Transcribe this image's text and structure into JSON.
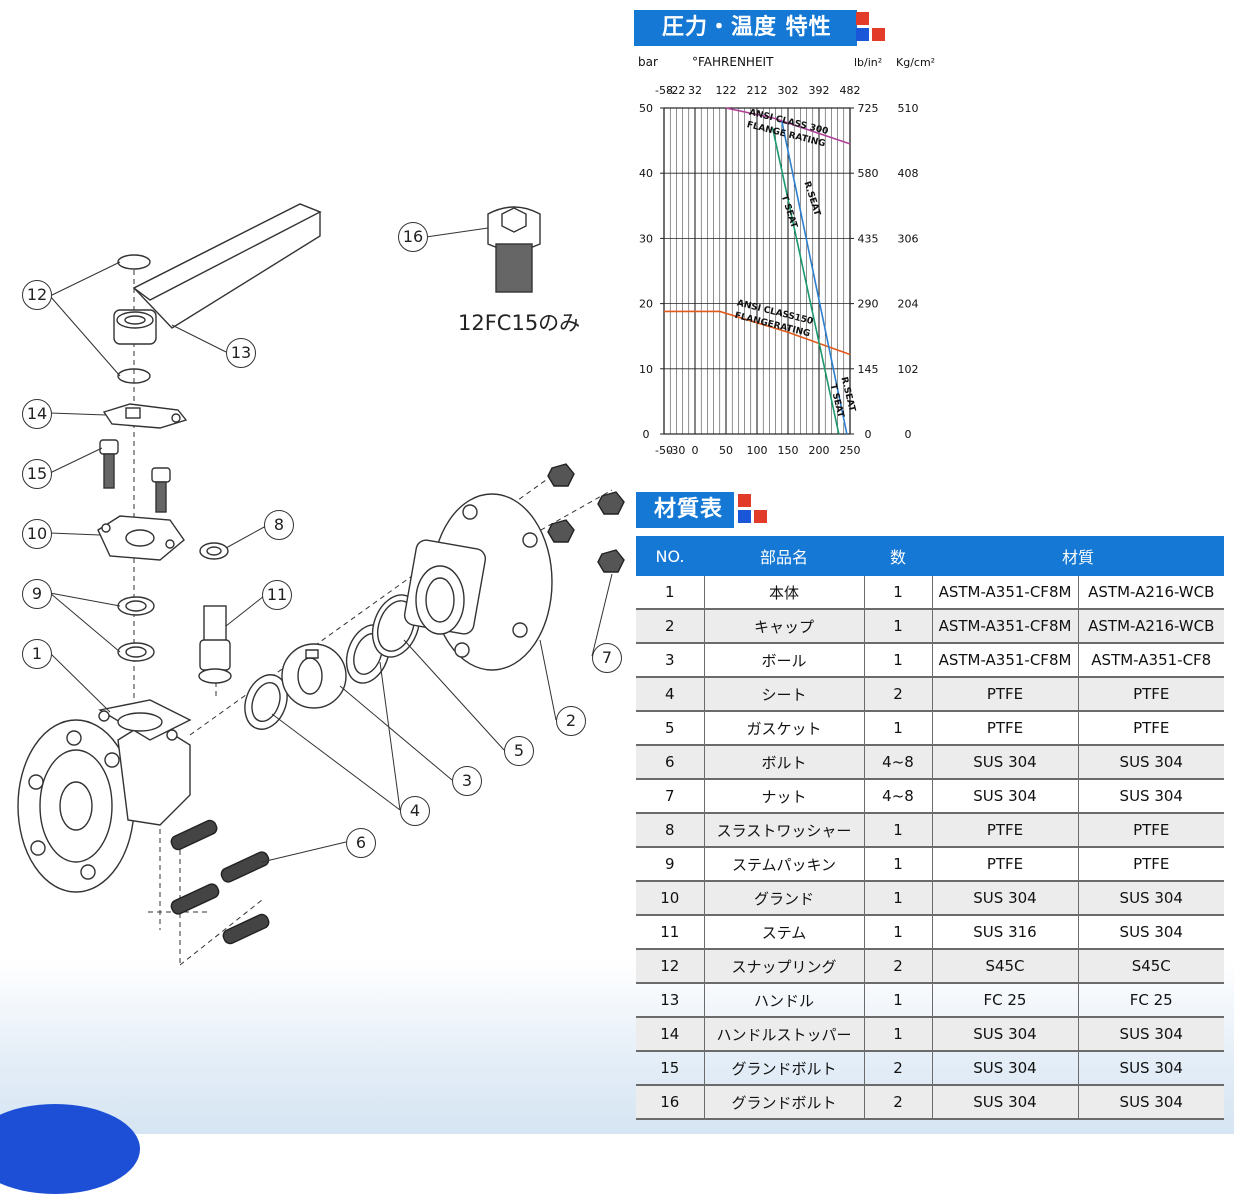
{
  "chart_section": {
    "title": "圧力・温度 特性"
  },
  "materials_section": {
    "title": "材質表"
  },
  "chart_data": {
    "type": "line",
    "axis_labels": {
      "left": "bar",
      "top": "°FAHRENHEIT",
      "right1": "lb/in²",
      "right2": "Kg/cm²"
    },
    "x_ticks_celsius": [
      "-50",
      "-30",
      "0",
      "50",
      "100",
      "150",
      "200",
      "250"
    ],
    "x_ticks_fahrenheit": [
      "-58",
      "-22",
      "32",
      "122",
      "212",
      "302",
      "392",
      "482"
    ],
    "y_ticks_bar": [
      "0",
      "10",
      "20",
      "30",
      "40",
      "50"
    ],
    "y_ticks_psi": [
      "0",
      "145",
      "290",
      "435",
      "580",
      "725"
    ],
    "y_ticks_kgcm2": [
      "0",
      "102",
      "204",
      "306",
      "408",
      "510"
    ],
    "xlim": [
      -50,
      250
    ],
    "ylim": [
      0,
      50
    ],
    "grid": true,
    "series": [
      {
        "name": "ANSI CLASS 300 FLANGE RATING",
        "color": "#b0409a",
        "points": [
          [
            50,
            50
          ],
          [
            125,
            48.5
          ],
          [
            250,
            44.5
          ]
        ]
      },
      {
        "name": "ANSI CLASS150 FLANGERATING",
        "color": "#e25a1c",
        "points": [
          [
            -50,
            18.8
          ],
          [
            40,
            18.8
          ],
          [
            150,
            15.6
          ],
          [
            250,
            12.2
          ]
        ]
      },
      {
        "name": "R.SEAT",
        "color": "#2d7fd0",
        "points": [
          [
            140,
            48
          ],
          [
            245,
            0
          ]
        ]
      },
      {
        "name": "T SEAT",
        "color": "#1a9a6a",
        "points": [
          [
            125,
            47
          ],
          [
            232,
            0
          ]
        ]
      }
    ],
    "annotations": [
      {
        "text": "ANSI CLASS 300",
        "x": 150,
        "y": 47.5,
        "rot": 14
      },
      {
        "text": "FLANGE RATING",
        "x": 146,
        "y": 45.6,
        "rot": 14
      },
      {
        "text": "R.SEAT",
        "x": 185,
        "y": 36,
        "rot": 72
      },
      {
        "text": "T SEAT",
        "x": 148,
        "y": 34,
        "rot": 72
      },
      {
        "text": "ANSI CLASS150",
        "x": 128,
        "y": 18.3,
        "rot": 14
      },
      {
        "text": "FLANGERATING",
        "x": 124,
        "y": 16.4,
        "rot": 14
      },
      {
        "text": "R.SEAT",
        "x": 243,
        "y": 6,
        "rot": 76
      },
      {
        "text": "T SEAT",
        "x": 225,
        "y": 5,
        "rot": 76
      }
    ]
  },
  "materials_table": {
    "headers": [
      "NO.",
      "部品名",
      "数",
      "材質"
    ],
    "rows": [
      [
        "1",
        "本体",
        "1",
        "ASTM-A351-CF8M",
        "ASTM-A216-WCB"
      ],
      [
        "2",
        "キャップ",
        "1",
        "ASTM-A351-CF8M",
        "ASTM-A216-WCB"
      ],
      [
        "3",
        "ボール",
        "1",
        "ASTM-A351-CF8M",
        "ASTM-A351-CF8"
      ],
      [
        "4",
        "シート",
        "2",
        "PTFE",
        "PTFE"
      ],
      [
        "5",
        "ガスケット",
        "1",
        "PTFE",
        "PTFE"
      ],
      [
        "6",
        "ボルト",
        "4~8",
        "SUS 304",
        "SUS 304"
      ],
      [
        "7",
        "ナット",
        "4~8",
        "SUS 304",
        "SUS 304"
      ],
      [
        "8",
        "スラストワッシャー",
        "1",
        "PTFE",
        "PTFE"
      ],
      [
        "9",
        "ステムパッキン",
        "1",
        "PTFE",
        "PTFE"
      ],
      [
        "10",
        "グランド",
        "1",
        "SUS 304",
        "SUS 304"
      ],
      [
        "11",
        "ステム",
        "1",
        "SUS 316",
        "SUS 304"
      ],
      [
        "12",
        "スナップリング",
        "2",
        "S45C",
        "S45C"
      ],
      [
        "13",
        "ハンドル",
        "1",
        "FC 25",
        "FC 25"
      ],
      [
        "14",
        "ハンドルストッパー",
        "1",
        "SUS 304",
        "SUS 304"
      ],
      [
        "15",
        "グランドボルト",
        "2",
        "SUS 304",
        "SUS 304"
      ],
      [
        "16",
        "グランドボルト",
        "2",
        "SUS 304",
        "SUS 304"
      ]
    ]
  },
  "diagram": {
    "callouts": [
      "1",
      "2",
      "3",
      "4",
      "5",
      "6",
      "7",
      "8",
      "9",
      "10",
      "11",
      "12",
      "13",
      "14",
      "15",
      "16"
    ],
    "note_16": "12FC15のみ"
  },
  "colors": {
    "header_blue": "#1478d4",
    "accent_red": "#e23b2a",
    "accent_blue": "#1a56d8"
  }
}
